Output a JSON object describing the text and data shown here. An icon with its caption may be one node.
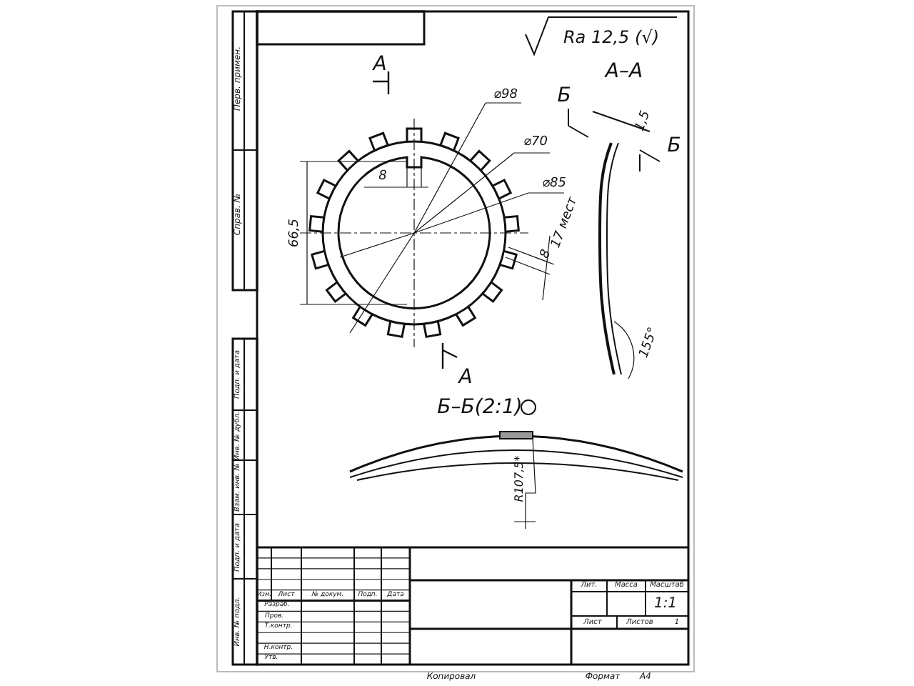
{
  "diagram": {
    "labels": [
      "Ra 12,5 (√)",
      "А–А",
      "А",
      "⌀98",
      "Б",
      "1,5",
      "⌀70",
      "Б",
      "8",
      "⌀85",
      "66,5",
      "8",
      "17 мест",
      "155°",
      "А",
      "Б–Б(2:1)",
      "R107,5*",
      "Перв. примен.",
      "Справ. №",
      "Подп. и дата",
      "Инв. № дубл.",
      "Взам. инв. №",
      "Подп. и дата",
      "Инв. № подл.",
      "Изм.",
      "Лист",
      "№ докум.",
      "Подп.",
      "Дата",
      "Разраб.",
      "Пров.",
      "Т.контр.",
      "Н.контр.",
      "Утв.",
      "Лит.",
      "Масса",
      "Масштаб",
      "1:1",
      "Лист",
      "Листов",
      "1",
      "Копировал",
      "Формат",
      "A4"
    ]
  }
}
